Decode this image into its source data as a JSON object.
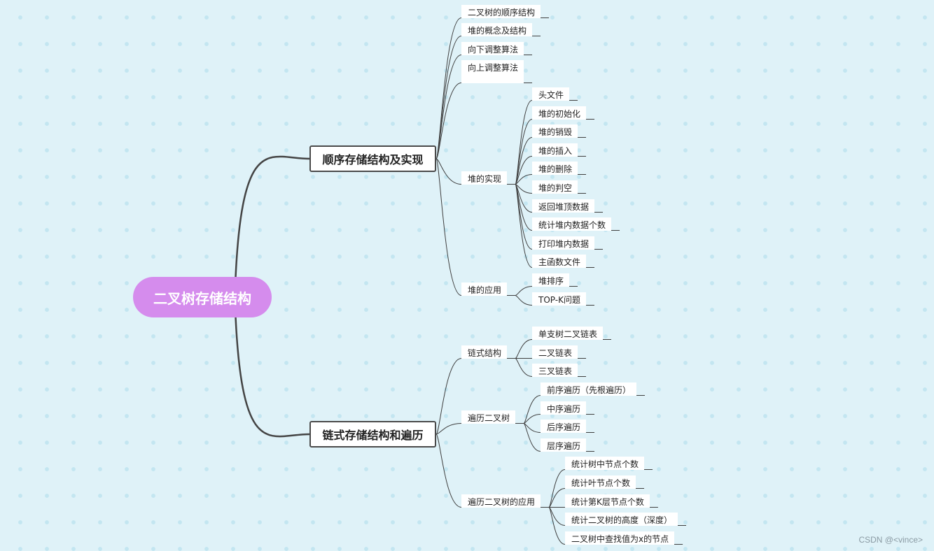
{
  "root": "二叉树存储结构",
  "sequential": {
    "label": "顺序存储结构及实现",
    "items": [
      "二叉树的顺序结构",
      "堆的概念及结构",
      "向下调整算法",
      "向上调整算法"
    ],
    "impl": {
      "label": "堆的实现",
      "items": [
        "头文件",
        "堆的初始化",
        "堆的销毁",
        "堆的插入",
        "堆的删除",
        "堆的判空",
        "返回堆顶数据",
        "统计堆内数据个数",
        "打印堆内数据",
        "主函数文件"
      ]
    },
    "apps": {
      "label": "堆的应用",
      "items": [
        "堆排序",
        "TOP-K问题"
      ]
    }
  },
  "linked": {
    "label": "链式存储结构和遍历",
    "structure": {
      "label": "链式结构",
      "items": [
        "单支树二叉链表",
        "二叉链表",
        "三叉链表"
      ]
    },
    "traversal": {
      "label": "遍历二叉树",
      "items": [
        "前序遍历（先根遍历）",
        "中序遍历",
        "后序遍历",
        "层序遍历"
      ]
    },
    "apps": {
      "label": "遍历二叉树的应用",
      "items": [
        "统计树中节点个数",
        "统计叶节点个数",
        "统计第K层节点个数",
        "统计二叉树的高度（深度）",
        "二叉树中查找值为x的节点"
      ]
    }
  },
  "watermark": "CSDN @<vince>",
  "colors": {
    "root": "#d58ced",
    "background": "#dff2f8",
    "connector": "#444444"
  }
}
